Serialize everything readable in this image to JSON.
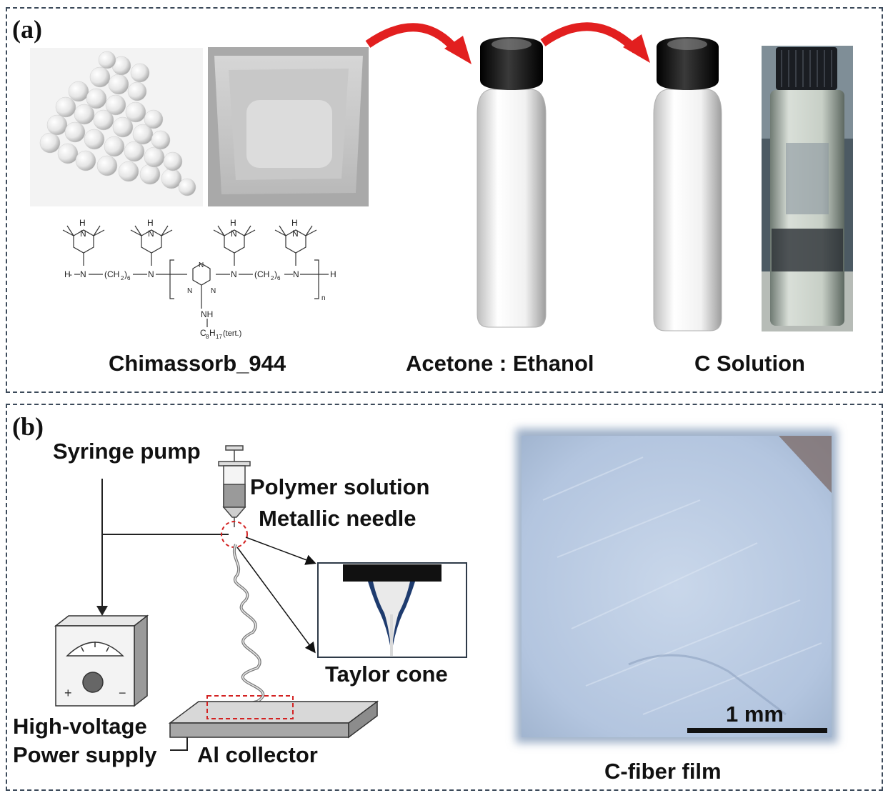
{
  "panel_a": {
    "label": "(a)",
    "chem_name": "Chimassorb_944",
    "solvent_label": "Acetone : Ethanol",
    "solution_label": "C Solution"
  },
  "panel_b": {
    "label": "(b)",
    "syringe_pump": "Syringe pump",
    "polymer_solution": "Polymer solution",
    "metallic_needle": "Metallic needle",
    "taylor_cone": "Taylor cone",
    "high_voltage": "High-voltage",
    "power_supply": "Power supply",
    "al_collector": "Al collector",
    "scale_bar": "1 mm",
    "film_label": "C-fiber film"
  },
  "chem_structure": {
    "h": "H",
    "n": "N",
    "ch2": "(CH",
    "sub2": "2",
    "sub6": "6",
    "nh": "NH",
    "c8h17": "C",
    "sub8": "8",
    "h17": "H",
    "sub17": "17",
    "tert": "(tert.)",
    "n_repeat": "n"
  }
}
